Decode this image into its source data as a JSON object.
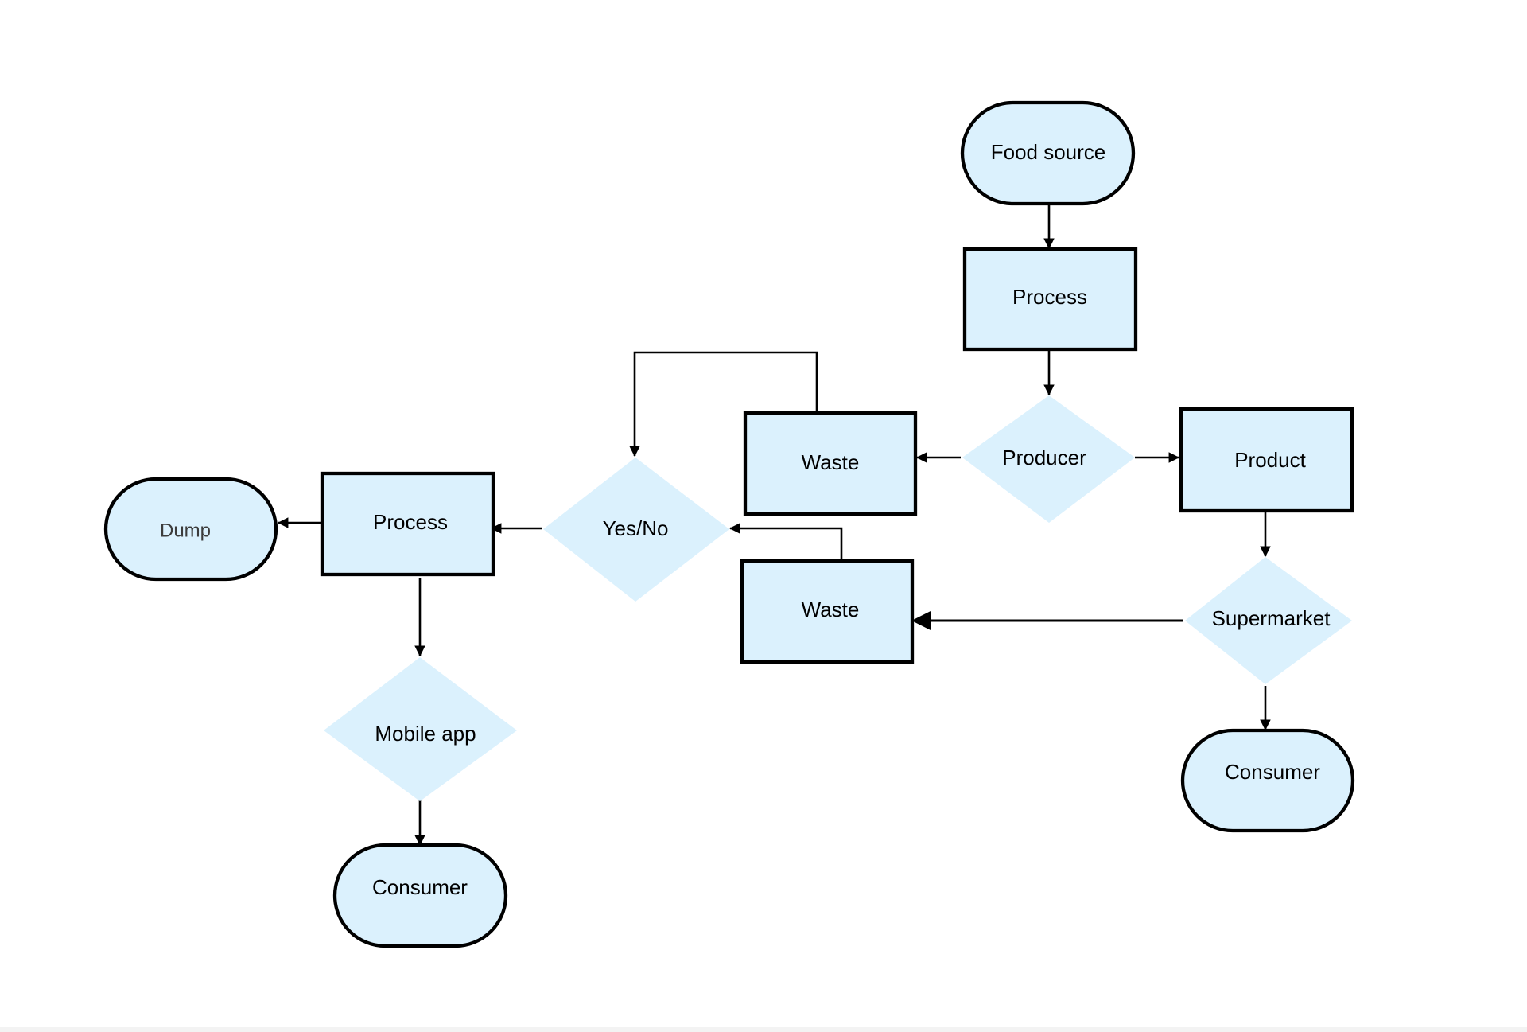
{
  "diagram": {
    "nodes": {
      "food_source": "Food source",
      "process_top": "Process",
      "producer": "Producer",
      "product": "Product",
      "waste_top": "Waste",
      "supermarket": "Supermarket",
      "waste_bottom": "Waste",
      "consumer_right": "Consumer",
      "yes_no": "Yes/No",
      "process_left": "Process",
      "dump": "Dump",
      "mobile_app": "Mobile app",
      "consumer_left": "Consumer"
    },
    "colors": {
      "shape_fill": "#dbf1fd",
      "stroke": "#000000"
    }
  }
}
